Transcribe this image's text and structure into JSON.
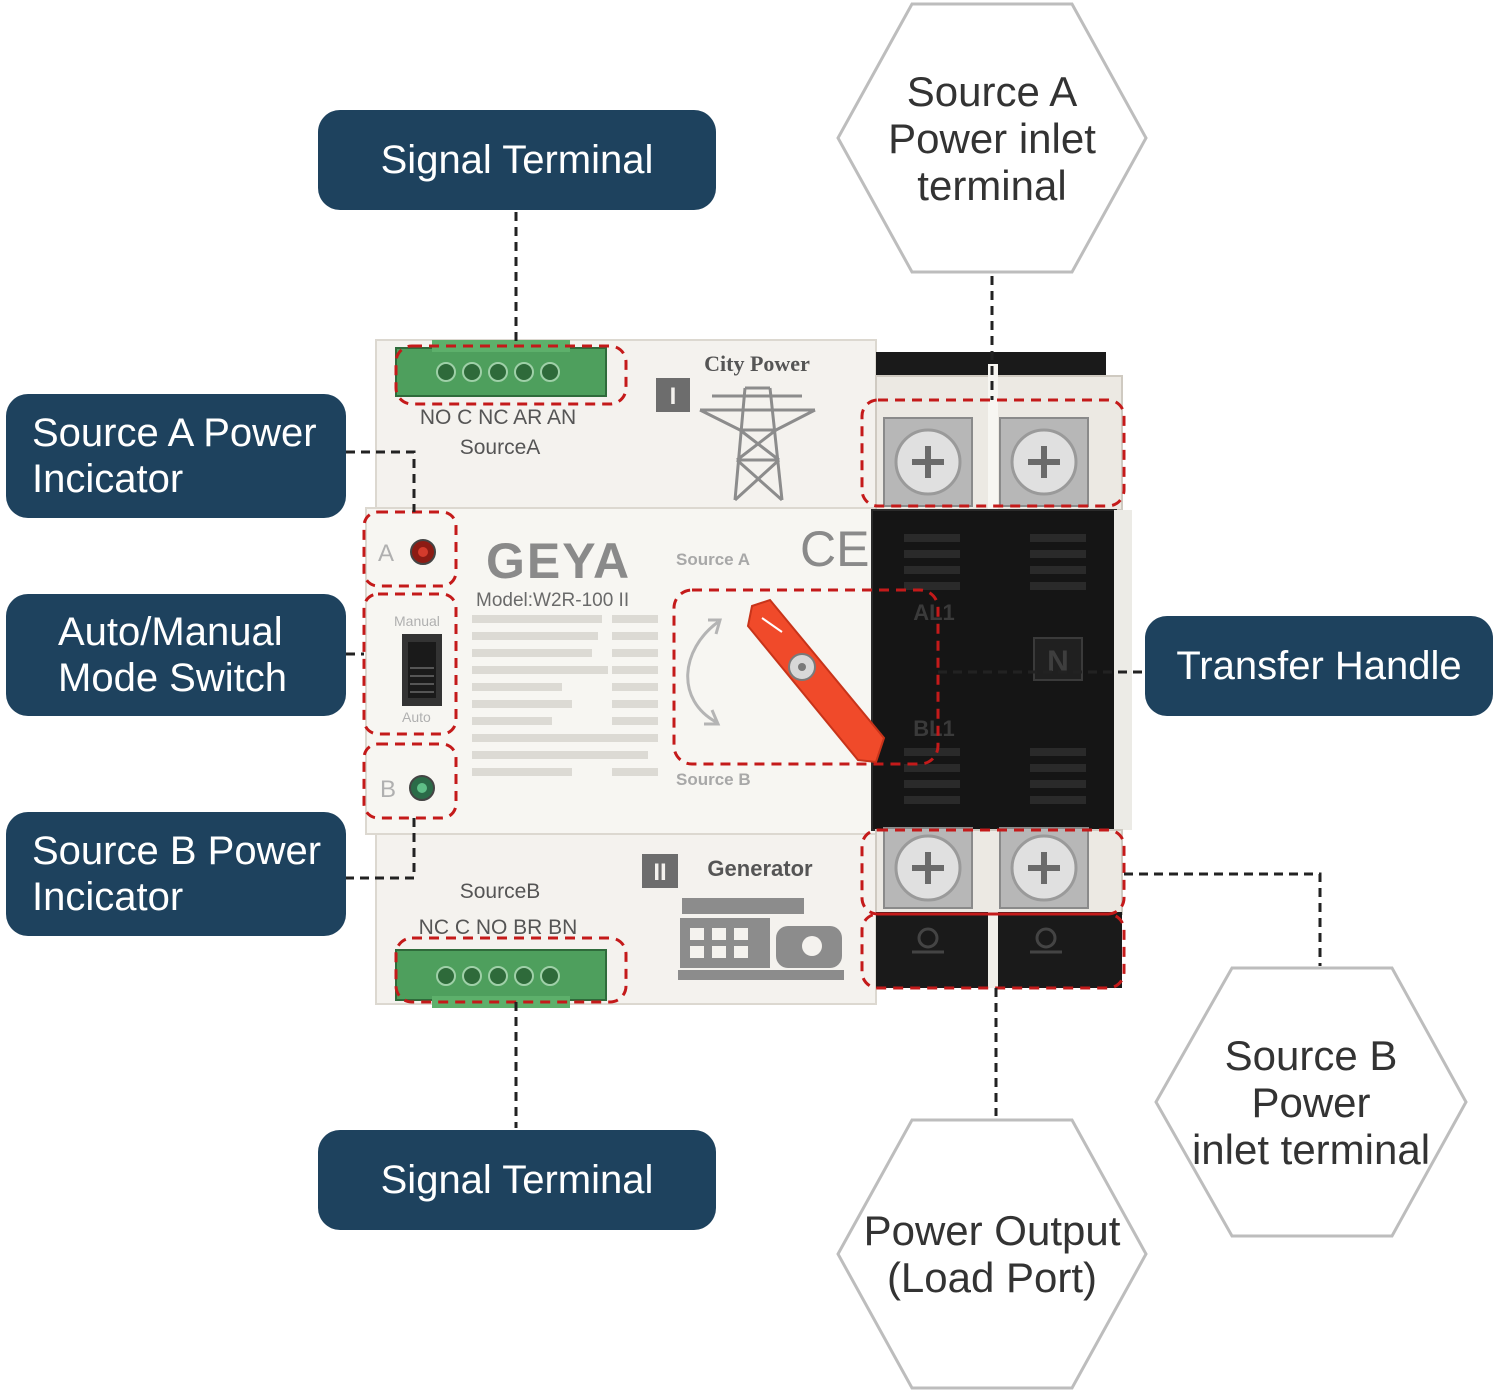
{
  "colors": {
    "callout_bg": "#1e425e",
    "callout_text": "#ffffff",
    "hex_stroke": "#bdbdbd",
    "leader_line": "#222222",
    "highlight_dash": "#c41a1a",
    "body_white": "#f4f2ee",
    "terminal_green": "#4e9f5d",
    "handle_red": "#f04a2a",
    "black_module": "#151515"
  },
  "callouts": {
    "signal_terminal_top": "Signal Terminal",
    "source_a_indicator": {
      "line1": "Source A Power",
      "line2": "Incicator"
    },
    "mode_switch": {
      "line1": "Auto/Manual",
      "line2": "Mode Switch"
    },
    "source_b_indicator": {
      "line1": "Source B Power",
      "line2": "Incicator"
    },
    "signal_terminal_bottom": "Signal Terminal",
    "transfer_handle": "Transfer Handle"
  },
  "hexagons": {
    "source_a_inlet": {
      "line1": "Source A",
      "line2": "Power inlet",
      "line3": "terminal"
    },
    "source_b_inlet": {
      "line1": "Source B",
      "line2": "Power",
      "line3": "inlet terminal"
    },
    "power_output": {
      "line1": "Power Output",
      "line2": "(Load Port)"
    }
  },
  "device": {
    "brand": "GEYA",
    "model": "Model:W2R-100  II",
    "ce_mark": "CE",
    "city_power": "City Power",
    "roman_one": "I",
    "generator": "Generator",
    "roman_two": "II",
    "source_a_label": "SourceA",
    "source_b_label": "SourceB",
    "terminal_a_pins": "NO  C  NC  AR  AN",
    "terminal_b_pins": "NC  C  NO  BR  BN",
    "indicator_a_letter": "A",
    "indicator_b_letter": "B",
    "switch_manual": "Manual",
    "switch_auto": "Auto",
    "face_source_a": "Source A",
    "face_source_b": "Source B",
    "neutral": "N",
    "al1": "AL1",
    "bl1": "BL1"
  }
}
